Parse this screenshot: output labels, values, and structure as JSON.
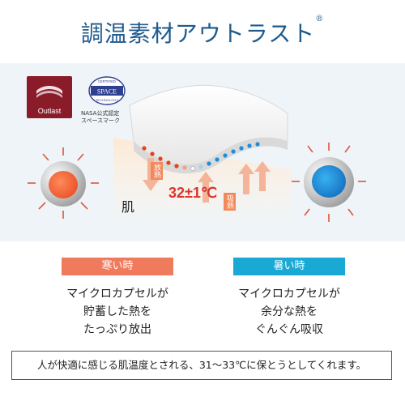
{
  "title": {
    "text": "調温素材アウトラスト",
    "mark": "®"
  },
  "logos": {
    "outlast": "Outlast",
    "space": {
      "top": "CERTIFIED",
      "name": "SPACE",
      "bottom": "TECHNOLOGY"
    },
    "space_caption": [
      "NASA公式認定",
      "スペースマーク"
    ]
  },
  "diagram": {
    "skin_label": "肌",
    "temperature": "32±1℃",
    "release_tag": "放熱",
    "absorb_tag": "吸熱"
  },
  "cold": {
    "label": "寒い時",
    "lines": [
      "マイクロカプセルが",
      "貯蓄した熱を",
      "たっぷり放出"
    ]
  },
  "hot": {
    "label": "暑い時",
    "lines": [
      "マイクロカプセルが",
      "余分な熱を",
      "ぐんぐん吸収"
    ]
  },
  "footer": "人が快適に感じる肌温度とされる、31〜33℃に保とうとしてくれます。",
  "colors": {
    "title": "#1e5a8c",
    "cold": "#f07a5c",
    "hot": "#1aa9d4",
    "outlast": "#8a1c2a",
    "heat_arrow": "#e0553a",
    "bead_warm": "#e5421b",
    "bead_cool": "#1c8fd8"
  }
}
